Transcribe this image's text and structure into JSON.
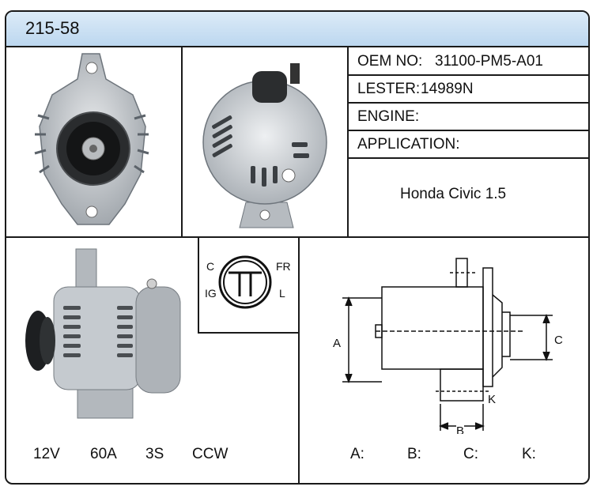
{
  "header": {
    "part_number": "215-58"
  },
  "specs": {
    "oem_label": "OEM NO:",
    "oem_value": "31100-PM5-A01",
    "lester_label": "LESTER:",
    "lester_value": "14989N",
    "engine_label": "ENGINE:",
    "engine_value": "",
    "application_label": "APPLICATION:",
    "application_value": "Honda Civic 1.5"
  },
  "ratings": {
    "voltage": "12V",
    "amperage": "60A",
    "groove": "3S",
    "rotation": "CCW"
  },
  "connector": {
    "c": "C",
    "ig": "IG",
    "fr": "FR",
    "l": "L"
  },
  "dimension_labels": {
    "a": "A",
    "b": "B",
    "c": "C",
    "k": "K"
  },
  "dimensions": {
    "a_label": "A:",
    "b_label": "B:",
    "c_label": "C:",
    "k_label": "K:"
  },
  "colors": {
    "header_top": "#dcebf8",
    "header_bottom": "#bcd7ef",
    "border": "#1a1a1a",
    "metal": "#c7cbcf"
  }
}
